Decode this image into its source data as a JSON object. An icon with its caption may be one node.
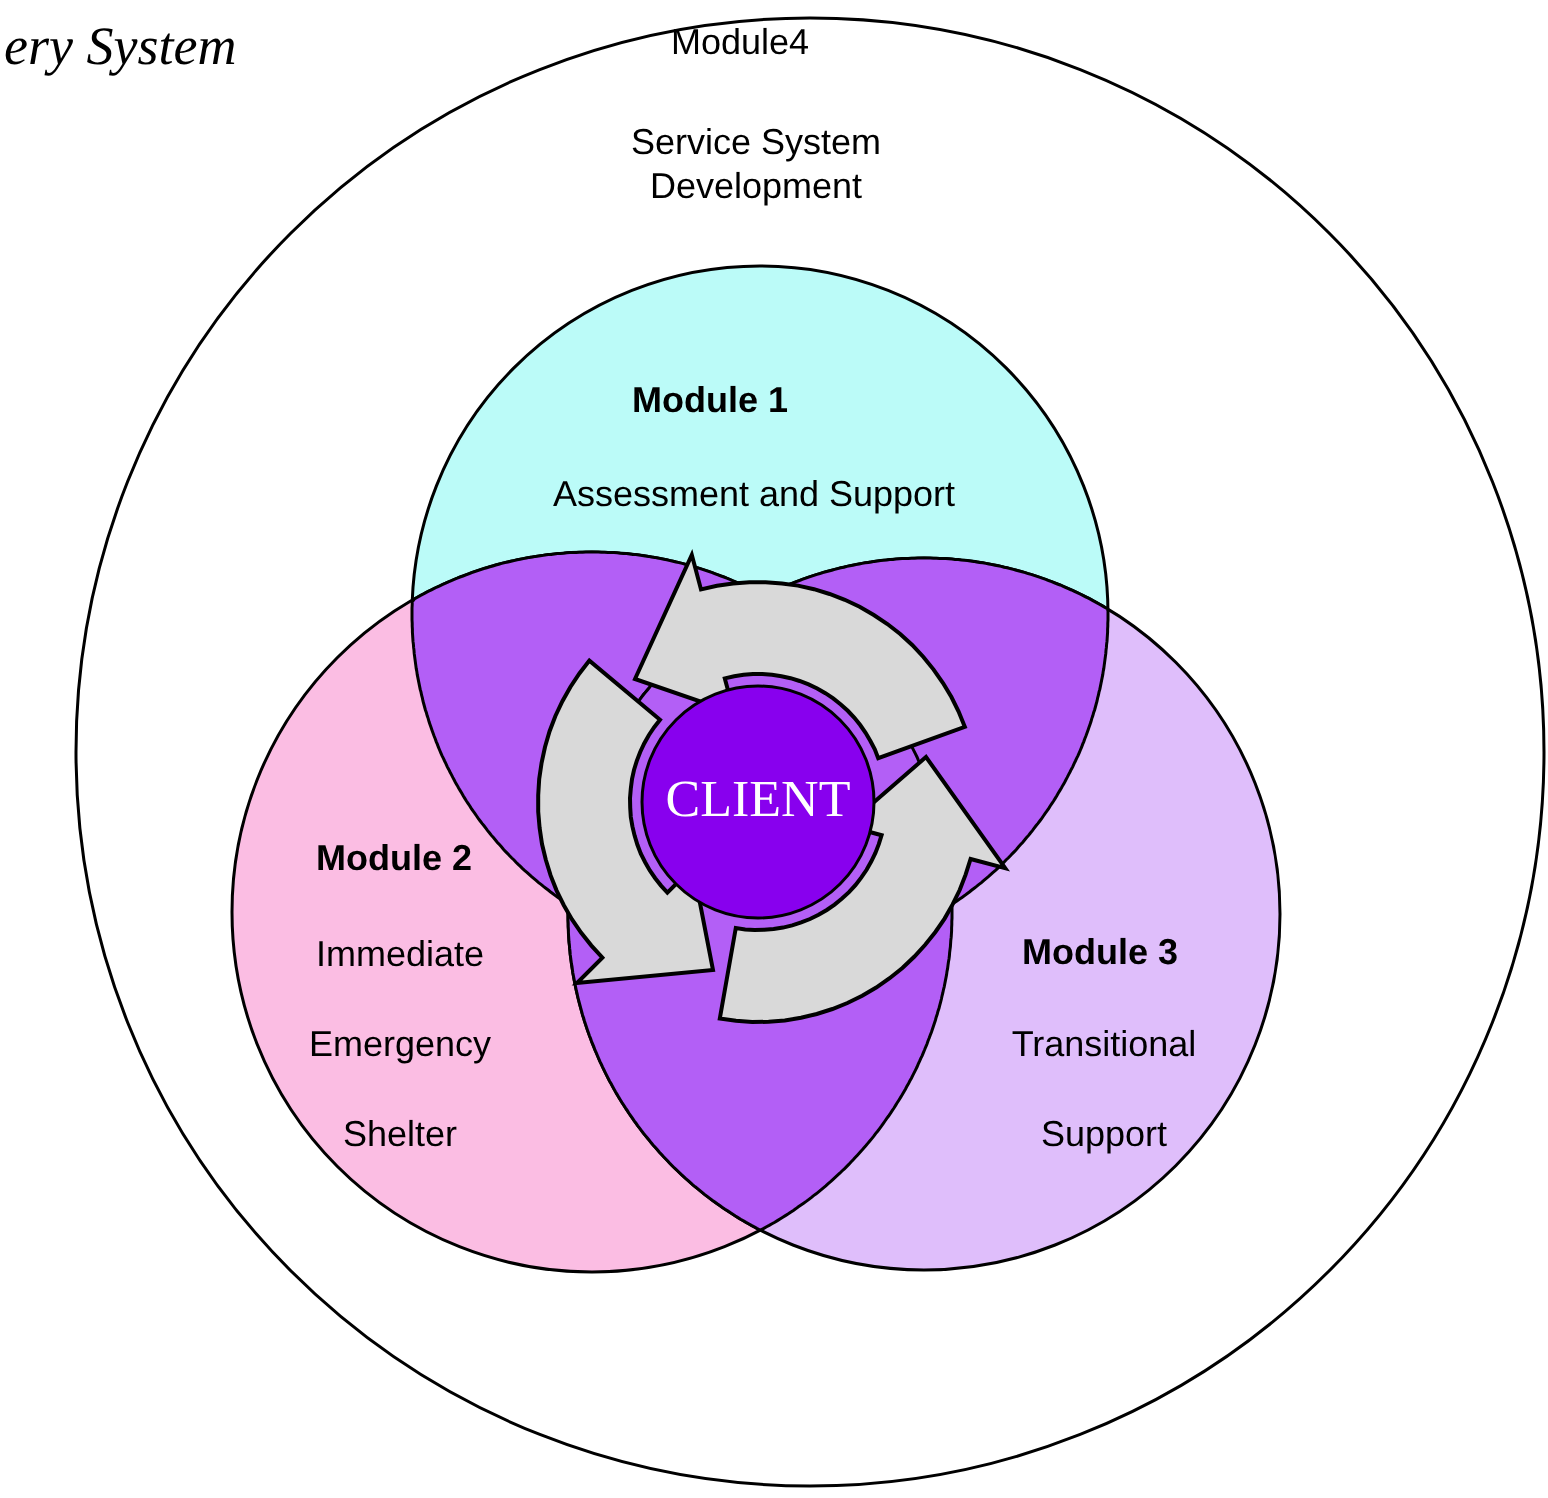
{
  "diagram": {
    "title": "ery System",
    "nodes": [
      {
        "text": [
          "Module4",
          "Service System Development"
        ]
      },
      {
        "text": [
          "Module 1",
          "Assessment and Support"
        ],
        "in": 0
      },
      {
        "text": [
          "Module 2",
          "Immediate Emergency Shelter"
        ],
        "in": 0
      },
      {
        "text": [
          "Module 3",
          "Transitional Support"
        ],
        "in": 0
      },
      {
        "text": [
          "CLIENT"
        ]
      }
    ],
    "edges": []
  }
}
